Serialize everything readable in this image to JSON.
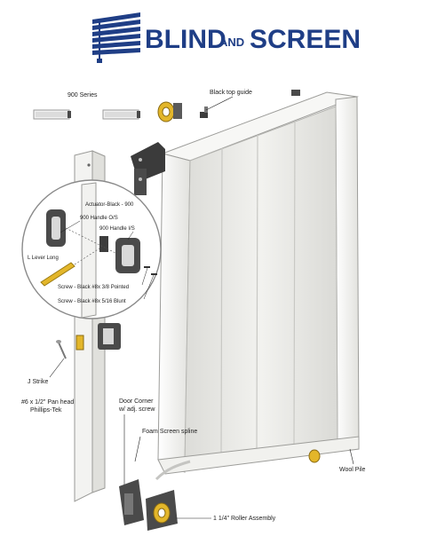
{
  "logo": {
    "word1": "BLIND",
    "word2": "AND",
    "word3": "SCREEN",
    "brand_color": "#1f3e86"
  },
  "labels": {
    "series": "900 Series",
    "black_top_guide": "Black top guide",
    "actuator": "Actuator-Black - 900",
    "handle_os": "900 Handle O/S",
    "handle_is": "900 Handle I/S",
    "l_lever": "L Lever Long",
    "screw_pointed": "Screw - Black #8x 3/8 Pointed",
    "screw_blunt": "Screw - Black #8x 5/16 Blunt",
    "j_strike": "J Strike",
    "pan_head_1": "#6 x 1/2\" Pan head",
    "pan_head_2": "Phillips-Tek",
    "door_corner_1": "Door Corner",
    "door_corner_2": "w/ adj. screw",
    "foam_spline": "Foam Screen spline",
    "wool_pile": "Wool Pile",
    "roller": "1 1/4\" Roller Assembly"
  },
  "colors": {
    "frame": "#f4f4f2",
    "screen": "#e9e9e6",
    "part_dark": "#3d3d3d",
    "accent_yellow": "#e3b62a"
  }
}
